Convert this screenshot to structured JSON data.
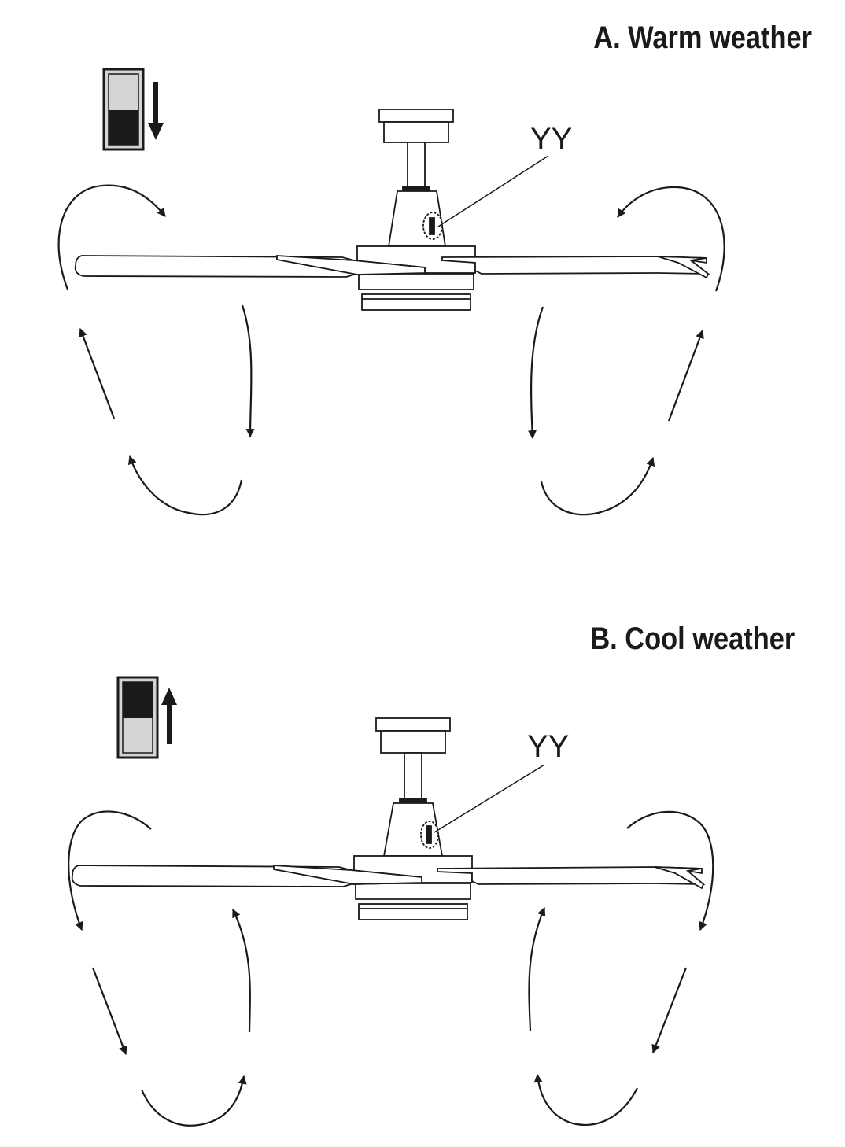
{
  "panels": [
    {
      "title": "A. Warm weather",
      "callout_label": "YY",
      "switch_position": "down",
      "airflow": "downward"
    },
    {
      "title": "B. Cool weather",
      "callout_label": "YY",
      "switch_position": "up",
      "airflow": "upward"
    }
  ],
  "colors": {
    "line": "#1a1a1a",
    "switch_body": "#d4d4d4",
    "switch_knob": "#1a1a1a"
  }
}
